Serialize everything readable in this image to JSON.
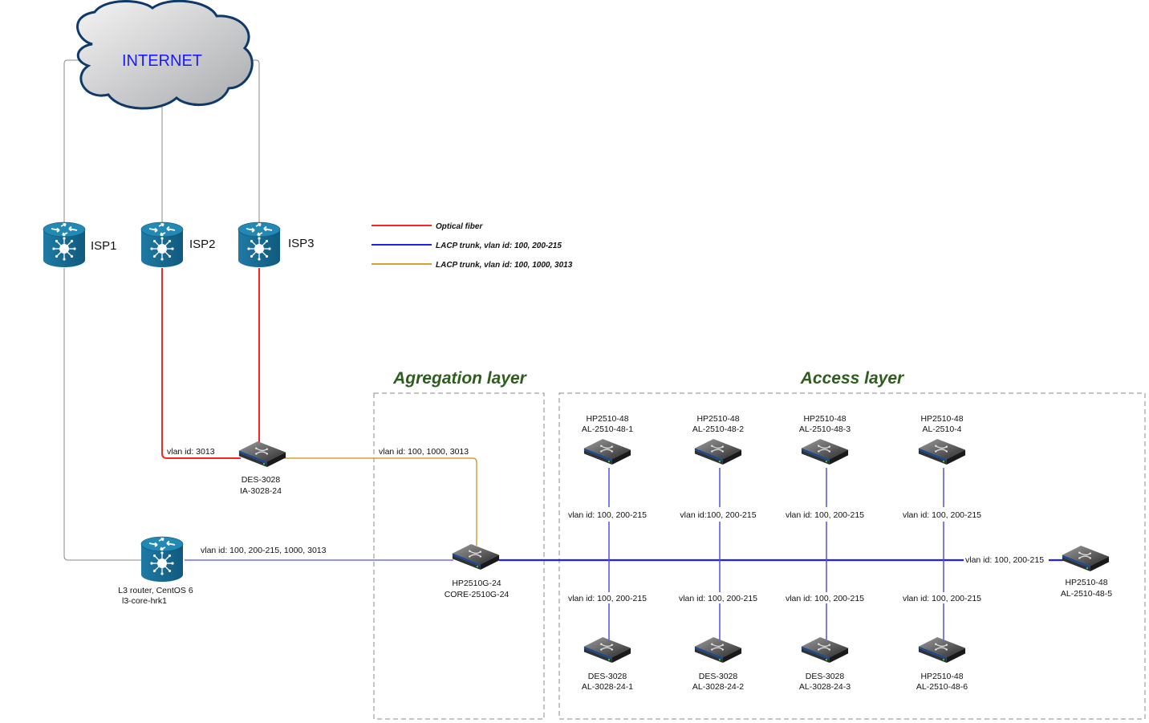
{
  "colors": {
    "optical_fiber": "#ff2020",
    "lacp_blue": "#2020ee",
    "lacp_gold": "#d4a032",
    "wan_gray": "#8a8a8a",
    "router_blue": "#1a6e96",
    "layer_title": "#2e5e1e",
    "cloud_text": "#1a1aff"
  },
  "cloud": {
    "label": "INTERNET"
  },
  "isps": [
    {
      "id": "isp1",
      "label": "ISP1"
    },
    {
      "id": "isp2",
      "label": "ISP2"
    },
    {
      "id": "isp3",
      "label": "ISP3"
    }
  ],
  "legend": [
    {
      "type": "optical_fiber",
      "label": "Optical fiber"
    },
    {
      "type": "lacp_blue",
      "label": "LACP trunk, vlan id: 100, 200-215"
    },
    {
      "type": "lacp_gold",
      "label": "LACP trunk, vlan id: 100, 1000, 3013"
    }
  ],
  "layers": {
    "aggregation": "Agregation layer",
    "access": "Access layer"
  },
  "devices": {
    "ia": {
      "model": "DES-3028",
      "name": "IA-3028-24"
    },
    "router": {
      "model": "L3 router, CentOS 6",
      "name": "l3-core-hrk1"
    },
    "core": {
      "model": "HP2510G-24",
      "name": "CORE-2510G-24"
    },
    "access_top": [
      {
        "model": "HP2510-48",
        "name": "AL-2510-48-1",
        "link_label": "vlan id: 100, 200-215"
      },
      {
        "model": "HP2510-48",
        "name": "AL-2510-48-2",
        "link_label": "vlan id:100, 200-215"
      },
      {
        "model": "HP2510-48",
        "name": "AL-2510-48-3",
        "link_label": "vlan id: 100, 200-215"
      },
      {
        "model": "HP2510-48",
        "name": "AL-2510-4",
        "link_label": "vlan id: 100, 200-215"
      }
    ],
    "access_bottom": [
      {
        "model": "DES-3028",
        "name": "AL-3028-24-1",
        "link_label": "vlan id: 100, 200-215"
      },
      {
        "model": "DES-3028",
        "name": "AL-3028-24-2",
        "link_label": "vlan id: 100, 200-215"
      },
      {
        "model": "DES-3028",
        "name": "AL-3028-24-3",
        "link_label": "vlan id: 100, 200-215"
      },
      {
        "model": "HP2510-48",
        "name": "AL-2510-48-6",
        "link_label": "vlan id: 100, 200-215"
      }
    ],
    "access_right": {
      "model": "HP2510-48",
      "name": "AL-2510-48-5",
      "link_label": "vlan id: 100, 200-215"
    }
  },
  "link_labels": {
    "isp_to_ia": "vlan id: 3013",
    "ia_to_core": "vlan id: 100, 1000, 3013",
    "router_to_core": "vlan id: 100, 200-215, 1000, 3013"
  }
}
